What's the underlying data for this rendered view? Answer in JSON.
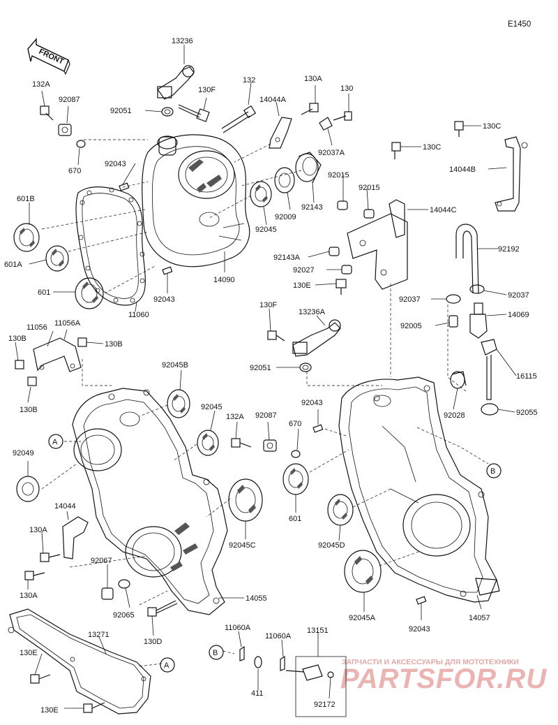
{
  "diagram_code": "E1450",
  "front_badge": "FRONT",
  "watermark": {
    "tagline": "ЗАПЧАСТИ И АКСЕССУАРЫ ДЛЯ МОТОТЕХНИКИ",
    "logo_text": "PARTSFOR.RU",
    "color": "#e8a9a9"
  },
  "callouts": {
    "A": "A",
    "B": "B"
  },
  "labels": [
    "13236",
    "132A",
    "92087",
    "670",
    "130F",
    "92051",
    "132",
    "14044A",
    "130A",
    "130",
    "92037A",
    "130C",
    "130C",
    "14044B",
    "92043",
    "92015",
    "92015",
    "14044C",
    "601B",
    "601A",
    "601",
    "11060",
    "92143",
    "92009",
    "92045",
    "92043",
    "14090",
    "92192",
    "92143A",
    "92027",
    "130E",
    "92037",
    "92037",
    "14069",
    "130F",
    "13236A",
    "92005",
    "11056",
    "11056A",
    "130B",
    "130B",
    "130B",
    "92051",
    "16115",
    "92045B",
    "92043",
    "92028",
    "92055",
    "92045",
    "132A",
    "92087",
    "670",
    "92049",
    "601",
    "14044",
    "130A",
    "92045C",
    "92045D",
    "130A",
    "92067",
    "92065",
    "14055",
    "92045A",
    "92043",
    "14057",
    "13271",
    "11060A",
    "11060A",
    "13151",
    "130E",
    "130E",
    "130D",
    "411",
    "92172"
  ]
}
